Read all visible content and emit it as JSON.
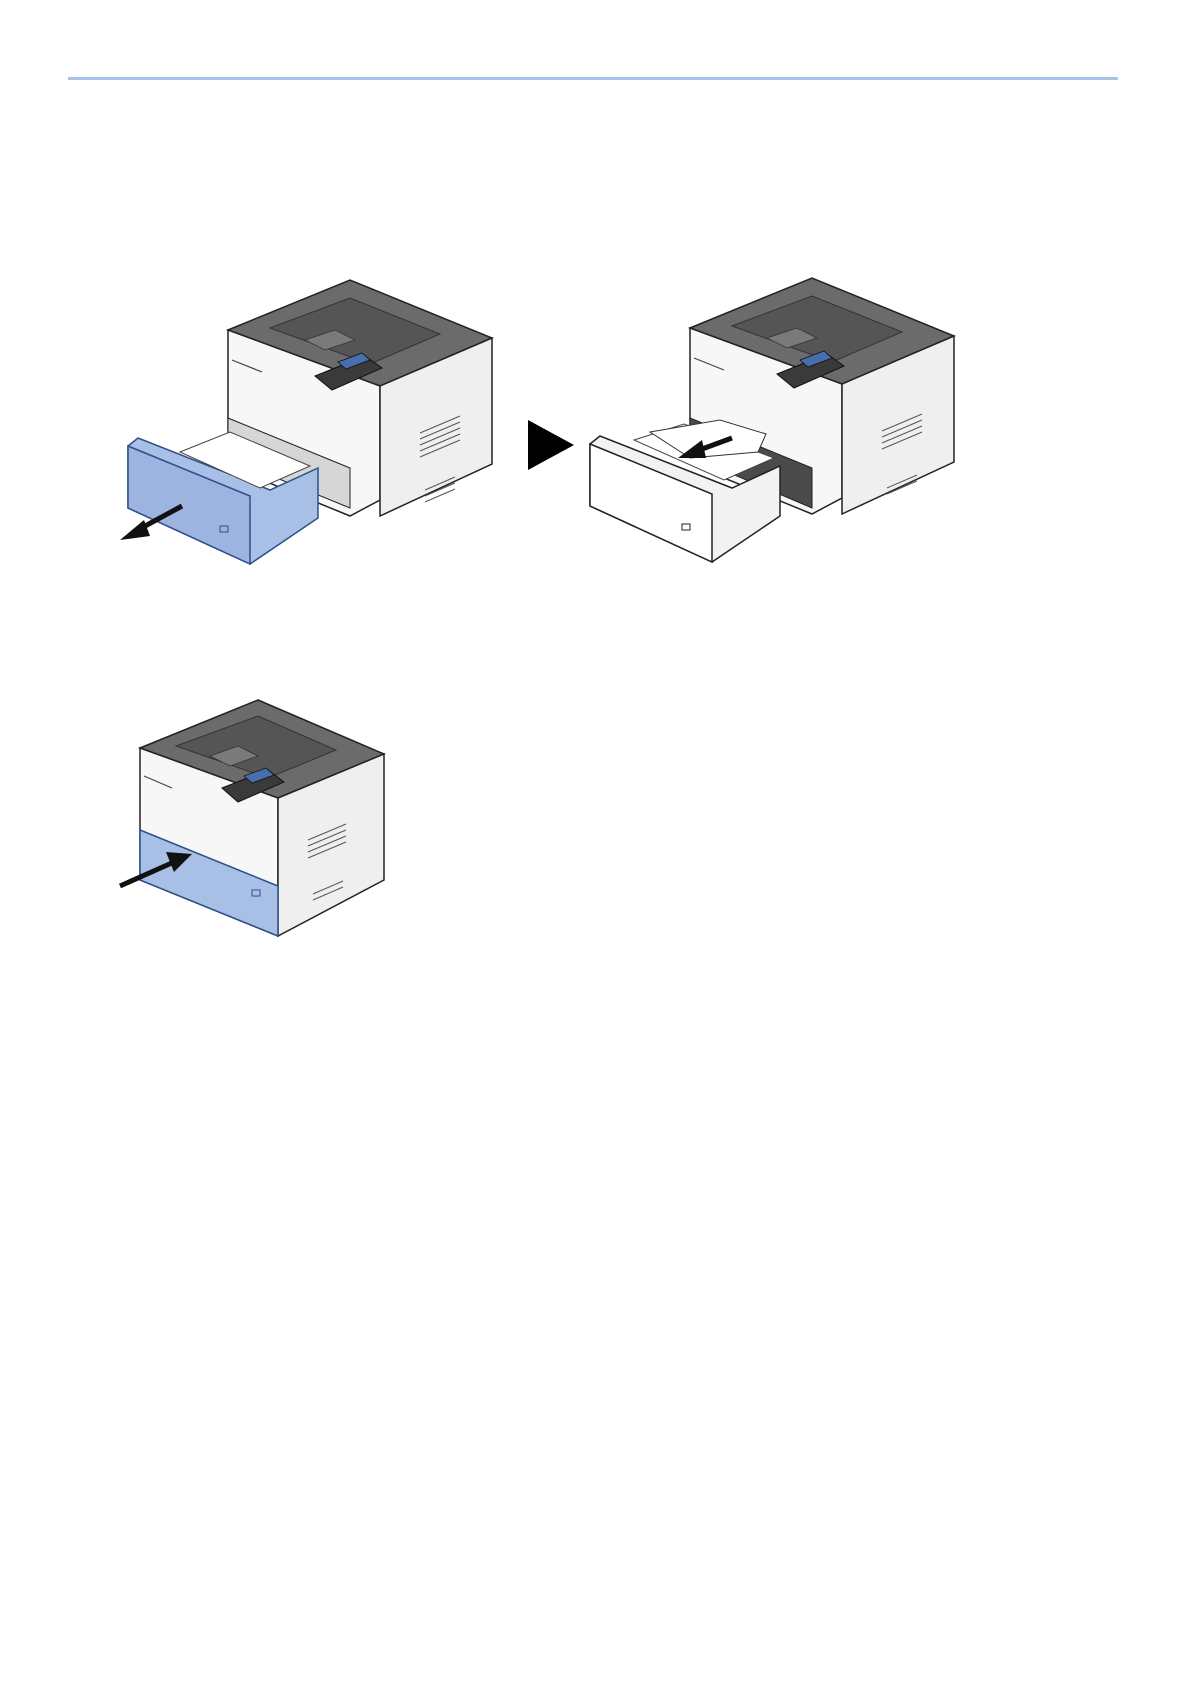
{
  "page": {
    "accent_color": "#a9c3ea",
    "tray_highlight_color": "#a8bfe6"
  },
  "figures": [
    {
      "name": "pull-out-cassette",
      "step_icon": "arrow-out-icon"
    },
    {
      "name": "remove-jammed-paper",
      "step_icon": "arrow-out-icon"
    },
    {
      "name": "push-cassette-back",
      "step_icon": "arrow-in-icon"
    }
  ],
  "step_separator": {
    "icon": "play-triangle-icon"
  }
}
